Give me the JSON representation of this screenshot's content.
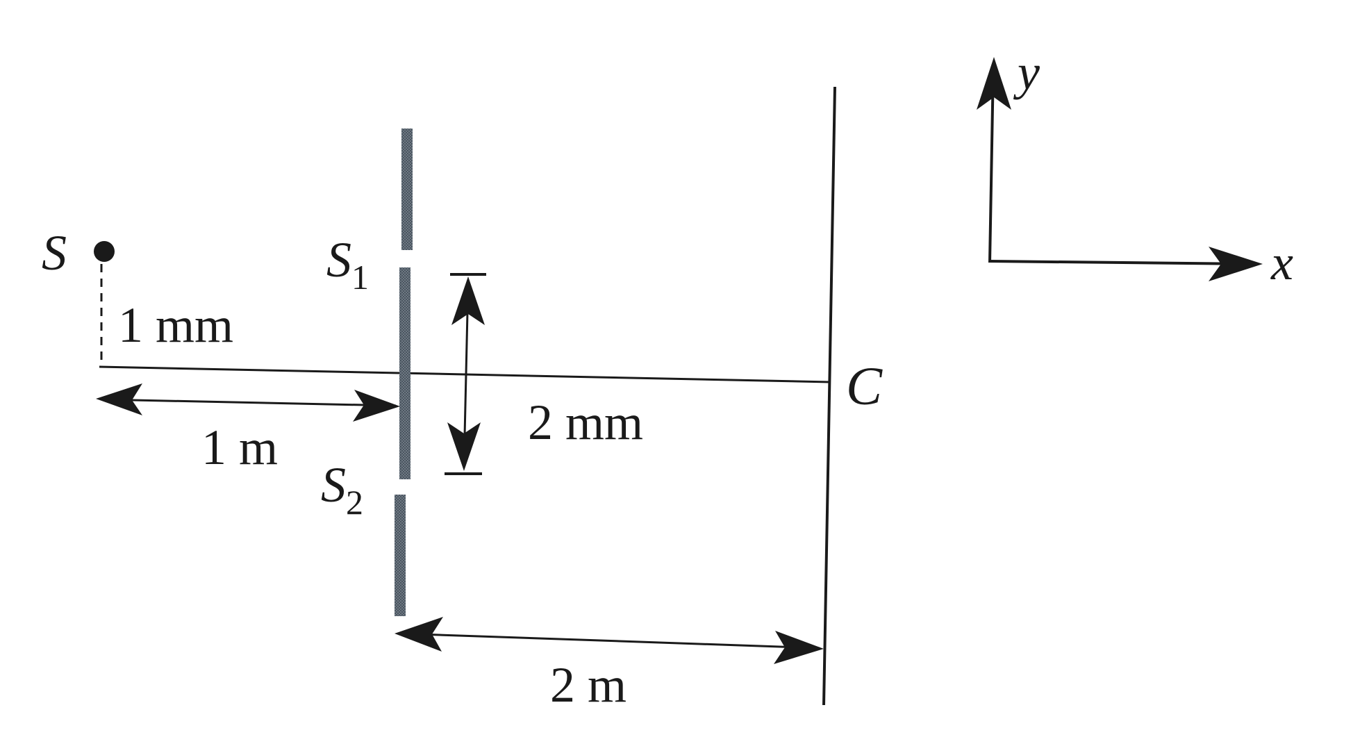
{
  "labels": {
    "source": "S",
    "slit1": "S",
    "slit1_sub": "1",
    "slit2": "S",
    "slit2_sub": "2",
    "screen_center": "C",
    "source_offset": "1 mm",
    "source_to_slits": "1 m",
    "slit_separation": "2 mm",
    "slits_to_screen": "2 m",
    "axis_x": "x",
    "axis_y": "y"
  },
  "colors": {
    "ink": "#1a1a1a",
    "slit_plate": "#4a5560",
    "background": "#ffffff"
  }
}
